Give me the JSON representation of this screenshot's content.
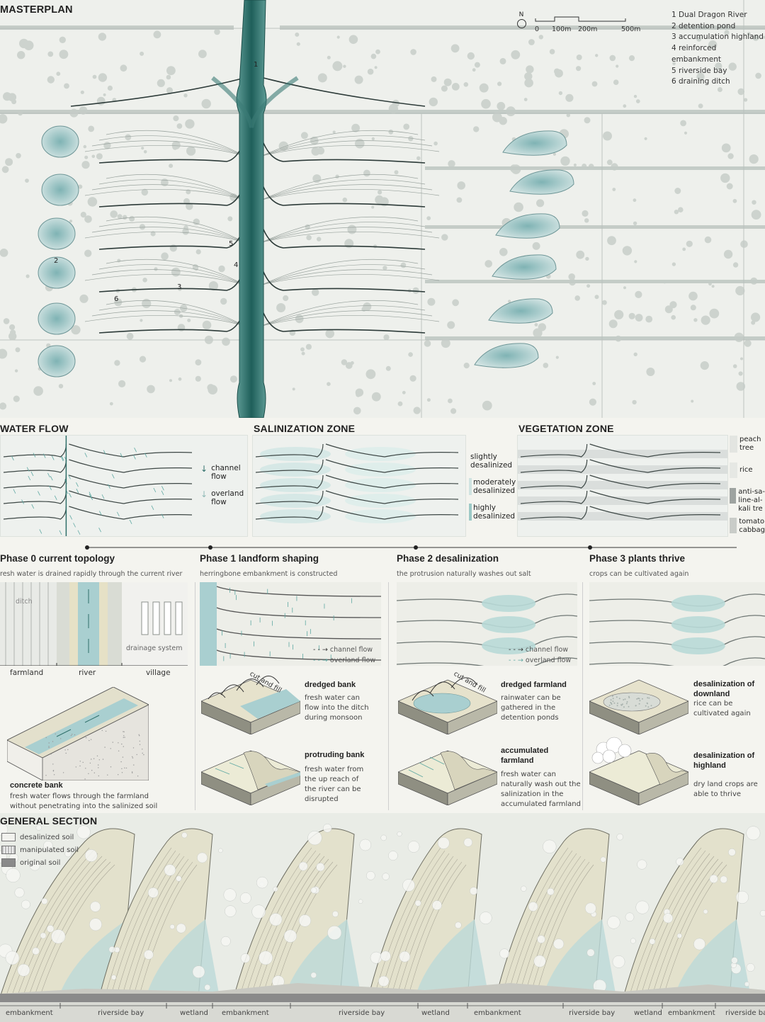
{
  "masterplan": {
    "title": "MASTERPLAN",
    "north": "N",
    "scale": [
      "0",
      "100m",
      "200m",
      "500m"
    ],
    "legend": [
      "1 Dual Dragon River",
      "2 detention pond",
      "3 accumulation highland",
      "4 reinforced embankment",
      "5 riverside bay",
      "6 draining ditch"
    ],
    "markers": [
      "1",
      "2",
      "3",
      "4",
      "5",
      "6"
    ]
  },
  "water_flow": {
    "title": "WATER FLOW",
    "legend": [
      "channel\nflow",
      "overland\nflow"
    ]
  },
  "salinization": {
    "title": "SALINIZATION ZONE",
    "legend": [
      "slightly\ndesalinized",
      "moderately\ndesalinized",
      "highly\ndesalinized"
    ]
  },
  "vegetation": {
    "title": "VEGETATION ZONE",
    "legend": [
      "peach\ntree",
      "rice",
      "anti-sa-\nline-al-\nkali tre",
      "tomato\ncabbag"
    ]
  },
  "phases": [
    {
      "title": "Phase 0  current topology",
      "subtitle": "resh water is drained rapidly through the current river",
      "labels": {
        "ditch": "ditch",
        "drainage": "drainage system",
        "farmland": "farmland",
        "river": "river",
        "village": "village"
      },
      "blocks": [
        {
          "title": "concrete bank",
          "text": "fresh water flows through the farmland\nwithout penetrating into the salinized soil"
        }
      ]
    },
    {
      "title": "Phase 1  landform shaping",
      "subtitle": "herringbone embankment is constructed",
      "flow_labels": [
        "channel flow",
        "overland flow"
      ],
      "cut_fill": "cut and fill",
      "blocks": [
        {
          "title": "dredged bank",
          "text": "fresh water can\nflow into the ditch\nduring monsoon"
        },
        {
          "title": "protruding bank",
          "text": "fresh water from\nthe up reach of\nthe river can be\ndisrupted"
        }
      ]
    },
    {
      "title": "Phase 2  desalinization",
      "subtitle": "the protrusion naturally washes out salt",
      "flow_labels": [
        "channel flow",
        "overland flow"
      ],
      "cut_fill": "cut and fill",
      "blocks": [
        {
          "title": "dredged farmland",
          "text": "rainwater can be\ngathered in the\ndetention ponds"
        },
        {
          "title": "accumulated\nfarmland",
          "text": "fresh water can\nnaturally wash out the\nsalinization in the\naccumulated farmland"
        }
      ]
    },
    {
      "title": "Phase 3  plants thrive",
      "subtitle": "crops can be cultivated again",
      "blocks": [
        {
          "title": "desalinization of\ndownland",
          "text": "rice can be\ncultivated again"
        },
        {
          "title": "desalinization of\nhighland",
          "text": "dry land crops are\nable to thrive"
        }
      ]
    }
  ],
  "section": {
    "title": "GENERAL SECTION",
    "legend": [
      "desalinized soil",
      "manipulated soil",
      "original soil"
    ],
    "labels": [
      "embankment",
      "riverside bay",
      "wetland",
      "embankment",
      "riverside bay",
      "wetland",
      "embankment",
      "riverside bay",
      "wetland",
      "embankment",
      "riverside ba"
    ]
  },
  "colors": {
    "water": "#2f6f6a",
    "pond": "#a9cfd0",
    "land": "#e8e6d4",
    "tree": "#c9cfc9"
  }
}
